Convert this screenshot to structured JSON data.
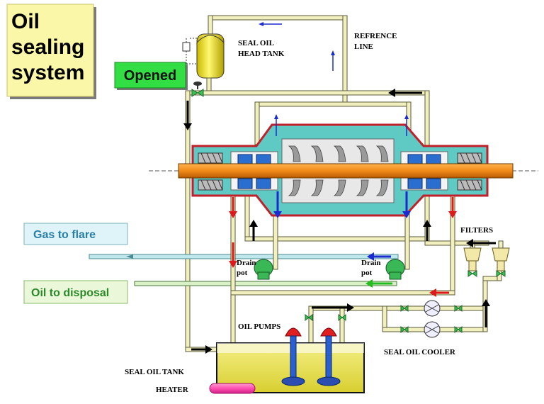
{
  "title_box": {
    "line1": "Oil",
    "line2": "sealing",
    "line3": "system"
  },
  "status_badge": "Opened",
  "labels": {
    "seal_oil_head_tank_1": "SEAL OIL",
    "seal_oil_head_tank_2": "HEAD TANK",
    "refrence_line_1": "REFRENCE",
    "refrence_line_2": "LINE",
    "filters": "FILTERS",
    "drain_pot_left_1": "Drain",
    "drain_pot_left_2": "pot",
    "drain_pot_right_1": "Drain",
    "drain_pot_right_2": "pot",
    "oil_pumps": "OIL PUMPS",
    "seal_oil_cooler": "SEAL OIL COOLER",
    "seal_oil_tank": "SEAL OIL TANK",
    "heater": "HEATER"
  },
  "gas_to_flare": "Gas to flare",
  "oil_to_disposal": "Oil to disposal",
  "colors": {
    "pipe": "#f3f0c0",
    "pipe_edge": "#5a5a3a",
    "casing_fill": "#5fc9c4",
    "casing_edge": "#c0202a",
    "shaft": "#f08a1a",
    "tank_fill": "#e8e24a",
    "title_bg": "#fbf7a8",
    "badge_bg": "#33dd44",
    "flare_bg": "#dff4f8",
    "disposal_bg": "#eaf7d8",
    "bearing": "#2a6fd0",
    "arrow_red": "#dd1a1a",
    "arrow_blue": "#1a2ccf",
    "arrow_green": "#22bb22"
  }
}
